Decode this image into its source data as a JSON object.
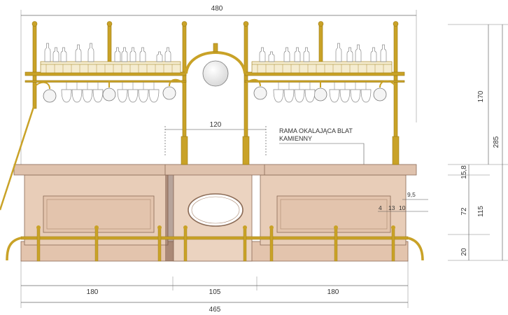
{
  "dimensions": {
    "top_width": "480",
    "inner_span": "120",
    "total_height": "285",
    "upper_height": "170",
    "lower_height": "115",
    "top_thickness": "15,8",
    "panel_height": "72",
    "base_height": "20",
    "section_left": "180",
    "section_center": "105",
    "section_right": "180",
    "bottom_width": "465",
    "detail_a": "9,5",
    "detail_b": "4",
    "detail_c": "13",
    "detail_d": "10"
  },
  "annotation": {
    "line1": "RAMA OKALAJĄCA BLAT",
    "line2": "KAMIENNY"
  },
  "colors": {
    "brass": "#c9a227",
    "brass_dark": "#9c7a12",
    "wood": "#e8cdb8",
    "wood_dark": "#cfae97",
    "wood_edge": "#8a6a55"
  }
}
